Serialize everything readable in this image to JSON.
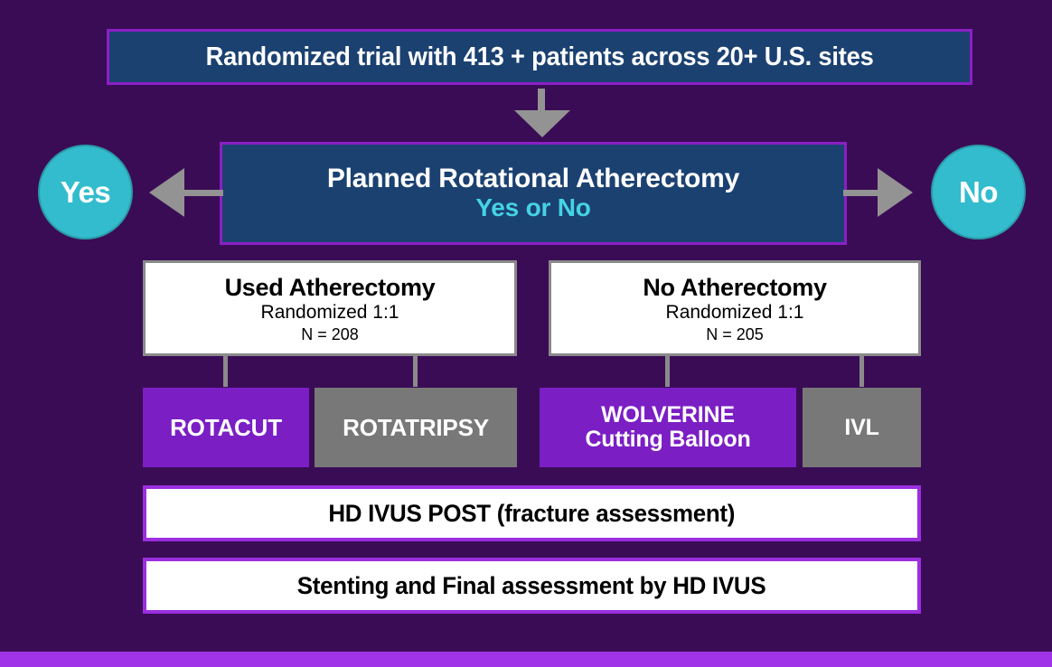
{
  "diagram": {
    "title": "Randomized trial with 413 + patients across 20+ U.S. sites",
    "background_color": "#3a0c56",
    "accent_color": "#a032e8",
    "box_blue": "#1b4171",
    "circle_teal": "#32bccd",
    "arrow_gray": "#939393",
    "purple_arm": "#7b1ec4",
    "gray_arm": "#787878",
    "cyan_text": "#45d3e3"
  },
  "decision": {
    "question": "Planned Rotational Atherectomy",
    "options_text": "Yes or No"
  },
  "branches": {
    "yes_label": "Yes",
    "no_label": "No"
  },
  "arms": [
    {
      "title": "Used Atherectomy",
      "randomization": "Randomized 1:1",
      "n": "N = 208",
      "treatments": [
        {
          "label": "ROTACUT",
          "color": "purple"
        },
        {
          "label": "ROTATRIPSY",
          "color": "gray"
        }
      ]
    },
    {
      "title": "No Atherectomy",
      "randomization": "Randomized 1:1",
      "n": "N = 205",
      "treatments": [
        {
          "label": "WOLVERINE\nCutting Balloon",
          "color": "purple"
        },
        {
          "label": "IVL",
          "color": "gray"
        }
      ]
    }
  ],
  "footer_steps": [
    "HD IVUS POST (fracture assessment)",
    "Stenting and Final assessment by HD IVUS"
  ]
}
